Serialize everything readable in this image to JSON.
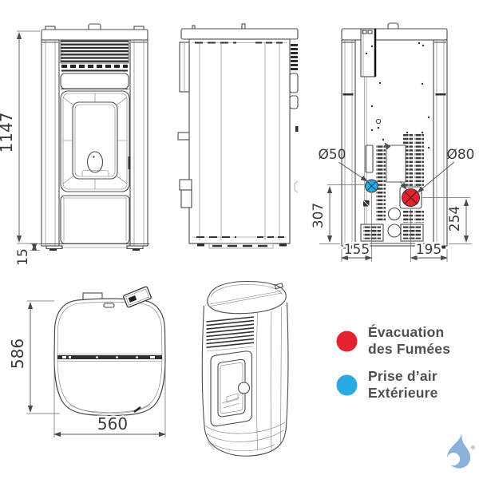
{
  "diagram": {
    "front_view": {
      "overall_height": "1147",
      "base_height": "15"
    },
    "rear_view": {
      "air_inlet_diameter": "Ø50",
      "flue_outlet_diameter": "Ø80",
      "air_inlet_height": "307",
      "flue_outlet_height": "254",
      "air_inlet_offset": "155",
      "flue_outlet_offset": "195"
    },
    "top_view": {
      "depth": "586",
      "width": "560"
    }
  },
  "legend": {
    "items": [
      {
        "color": "#e1242f",
        "line1": "Évacuation",
        "line2": "des Fumées"
      },
      {
        "color": "#29abe2",
        "line1": "Prise d’air",
        "line2": "Extérieure"
      }
    ]
  },
  "colors": {
    "smoke_red": "#e1242f",
    "air_blue": "#29abe2",
    "logo_blue": "#8ab1d8",
    "line": "#4c4c4c"
  },
  "logo": {
    "registered_mark": "®"
  }
}
